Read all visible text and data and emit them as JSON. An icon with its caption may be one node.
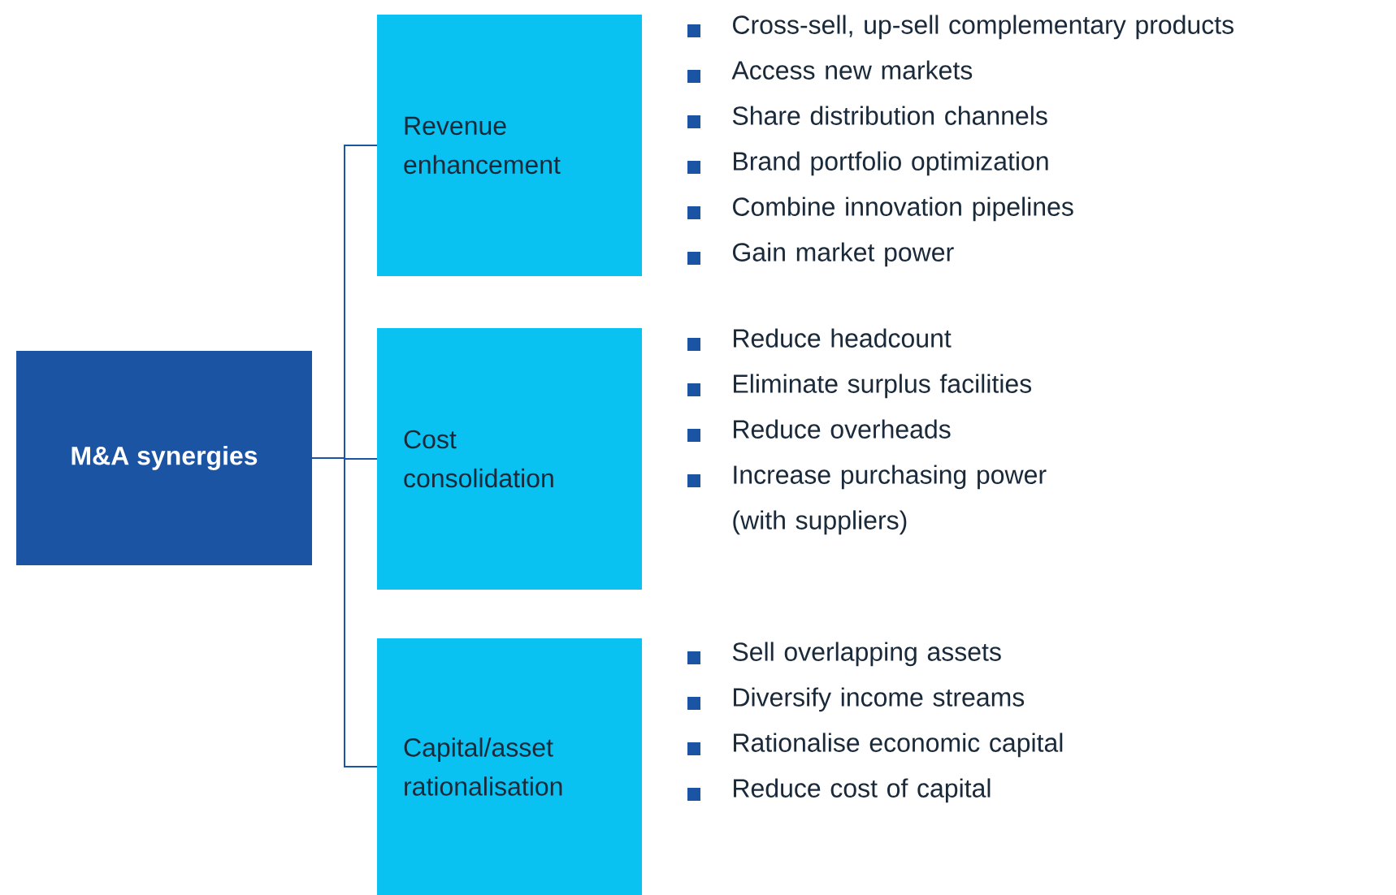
{
  "diagram": {
    "nodes": [
      {
        "text": [
          "M&A synergies"
        ]
      },
      {
        "text": [
          "Revenue enhancement"
        ],
        "beside": [
          "Cross-sell, up-sell complementary products",
          "Access new markets",
          "Share distribution channels",
          "Brand portfolio optimization",
          "Combine innovation pipelines",
          "Gain market power"
        ]
      },
      {
        "text": [
          "Cost consolidation"
        ],
        "beside": [
          "Reduce headcount",
          "Eliminate surplus facilities",
          "Reduce overheads",
          "Increase purchasing power (with suppliers)"
        ]
      },
      {
        "text": [
          "Capital/asset rationalisation"
        ],
        "beside": [
          "Sell overlapping assets",
          "Diversify income streams",
          "Rationalise economic capital",
          "Reduce cost of capital"
        ]
      }
    ],
    "edges": [
      {
        "from": 0,
        "to": 1,
        "arrow": "none"
      },
      {
        "from": 0,
        "to": 2,
        "arrow": "none"
      },
      {
        "from": 0,
        "to": 3,
        "arrow": "none"
      }
    ]
  }
}
